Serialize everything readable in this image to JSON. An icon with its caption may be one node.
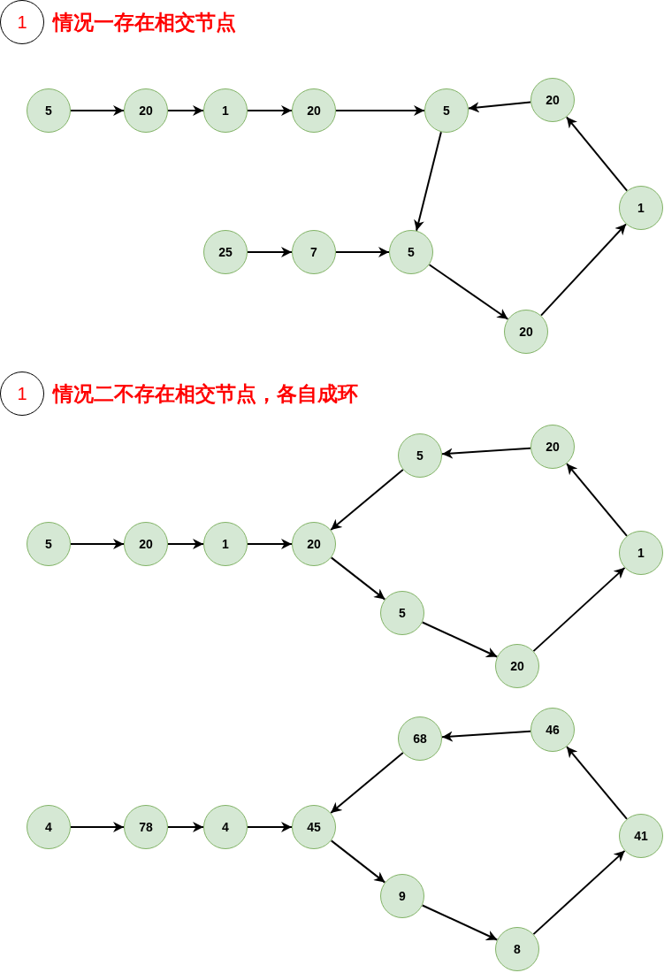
{
  "diagram": {
    "nodes": [
      {
        "text": [
          "1"
        ],
        "beside": [
          "情况一存在相交节点"
        ]
      },
      {
        "text": [
          "5"
        ]
      },
      {
        "text": [
          "20"
        ]
      },
      {
        "text": [
          "1"
        ]
      },
      {
        "text": [
          "20"
        ]
      },
      {
        "text": [
          "5"
        ]
      },
      {
        "text": [
          "20"
        ]
      },
      {
        "text": [
          "1"
        ]
      },
      {
        "text": [
          "25"
        ]
      },
      {
        "text": [
          "7"
        ]
      },
      {
        "text": [
          "5"
        ]
      },
      {
        "text": [
          "20"
        ]
      },
      {
        "text": [
          "1"
        ],
        "beside": [
          "情况二不存在相交节点，各自成环"
        ]
      },
      {
        "text": [
          "5"
        ]
      },
      {
        "text": [
          "20"
        ]
      },
      {
        "text": [
          "1"
        ]
      },
      {
        "text": [
          "20"
        ]
      },
      {
        "text": [
          "5"
        ]
      },
      {
        "text": [
          "20"
        ]
      },
      {
        "text": [
          "1"
        ]
      },
      {
        "text": [
          "5"
        ]
      },
      {
        "text": [
          "20"
        ]
      },
      {
        "text": [
          "4"
        ]
      },
      {
        "text": [
          "78"
        ]
      },
      {
        "text": [
          "4"
        ]
      },
      {
        "text": [
          "45"
        ]
      },
      {
        "text": [
          "68"
        ]
      },
      {
        "text": [
          "46"
        ]
      },
      {
        "text": [
          "41"
        ]
      },
      {
        "text": [
          "9"
        ]
      },
      {
        "text": [
          "8"
        ]
      }
    ],
    "edges": [
      {
        "from": 1,
        "to": 2,
        "arrow": "to"
      },
      {
        "from": 2,
        "to": 3,
        "arrow": "to"
      },
      {
        "from": 3,
        "to": 4,
        "arrow": "to"
      },
      {
        "from": 4,
        "to": 5,
        "arrow": "to"
      },
      {
        "from": 6,
        "to": 5,
        "arrow": "to"
      },
      {
        "from": 7,
        "to": 6,
        "arrow": "to"
      },
      {
        "from": 5,
        "to": 10,
        "arrow": "to"
      },
      {
        "from": 8,
        "to": 9,
        "arrow": "to"
      },
      {
        "from": 9,
        "to": 10,
        "arrow": "to"
      },
      {
        "from": 10,
        "to": 11,
        "arrow": "to"
      },
      {
        "from": 11,
        "to": 7,
        "arrow": "to"
      },
      {
        "from": 13,
        "to": 14,
        "arrow": "to"
      },
      {
        "from": 14,
        "to": 15,
        "arrow": "to"
      },
      {
        "from": 15,
        "to": 16,
        "arrow": "to"
      },
      {
        "from": 18,
        "to": 17,
        "arrow": "to"
      },
      {
        "from": 17,
        "to": 16,
        "arrow": "to"
      },
      {
        "from": 19,
        "to": 18,
        "arrow": "to"
      },
      {
        "from": 16,
        "to": 20,
        "arrow": "to"
      },
      {
        "from": 20,
        "to": 21,
        "arrow": "to"
      },
      {
        "from": 21,
        "to": 19,
        "arrow": "to"
      },
      {
        "from": 22,
        "to": 23,
        "arrow": "to"
      },
      {
        "from": 23,
        "to": 24,
        "arrow": "to"
      },
      {
        "from": 24,
        "to": 25,
        "arrow": "to"
      },
      {
        "from": 27,
        "to": 26,
        "arrow": "to"
      },
      {
        "from": 26,
        "to": 25,
        "arrow": "to"
      },
      {
        "from": 28,
        "to": 27,
        "arrow": "to"
      },
      {
        "from": 25,
        "to": 29,
        "arrow": "to"
      },
      {
        "from": 29,
        "to": 30,
        "arrow": "to"
      },
      {
        "from": 30,
        "to": 28,
        "arrow": "to"
      }
    ]
  }
}
